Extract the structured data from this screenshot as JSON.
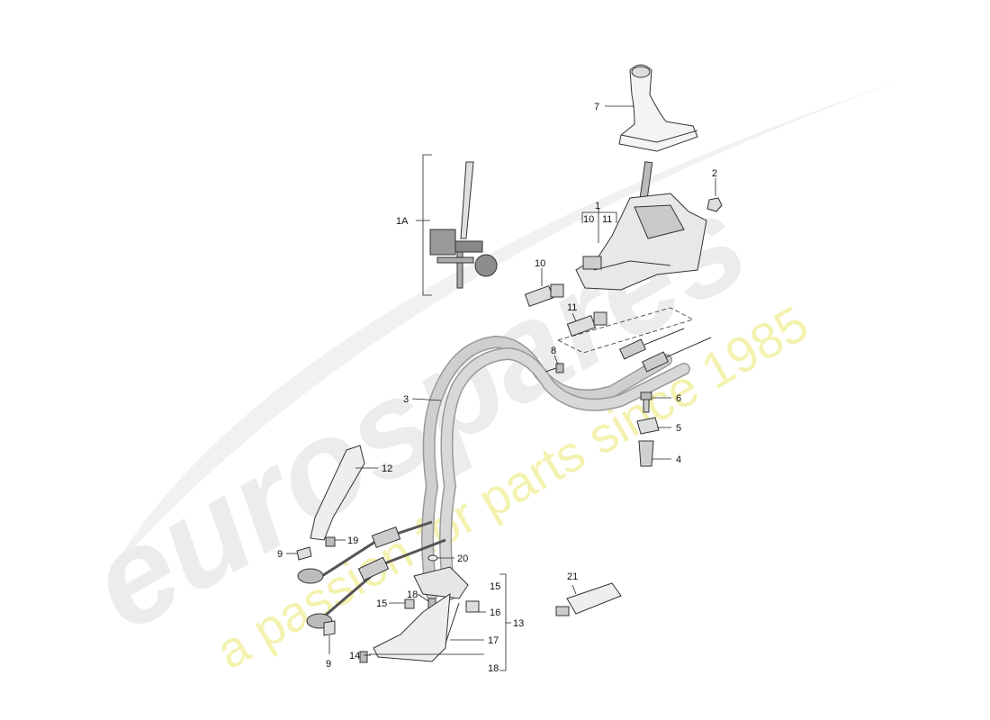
{
  "watermark": {
    "brand": "eurospares",
    "tagline": "a passion for parts since 1985",
    "brand_color": "#e6e6e6",
    "tagline_color": "#f2f0a0"
  },
  "callouts": {
    "c1": "1",
    "c1a": "1A",
    "c2": "2",
    "c3": "3",
    "c4": "4",
    "c5": "5",
    "c6": "6",
    "c7": "7",
    "c8": "8",
    "c9a": "9",
    "c9b": "9",
    "c10a": "10",
    "c10b": "10",
    "c11a": "11",
    "c11b": "11",
    "c12": "12",
    "c13": "13",
    "c14": "14",
    "c15a": "15",
    "c15b": "15",
    "c16": "16",
    "c17": "17",
    "c18a": "18",
    "c18b": "18",
    "c19": "19",
    "c20": "20",
    "c21": "21"
  }
}
